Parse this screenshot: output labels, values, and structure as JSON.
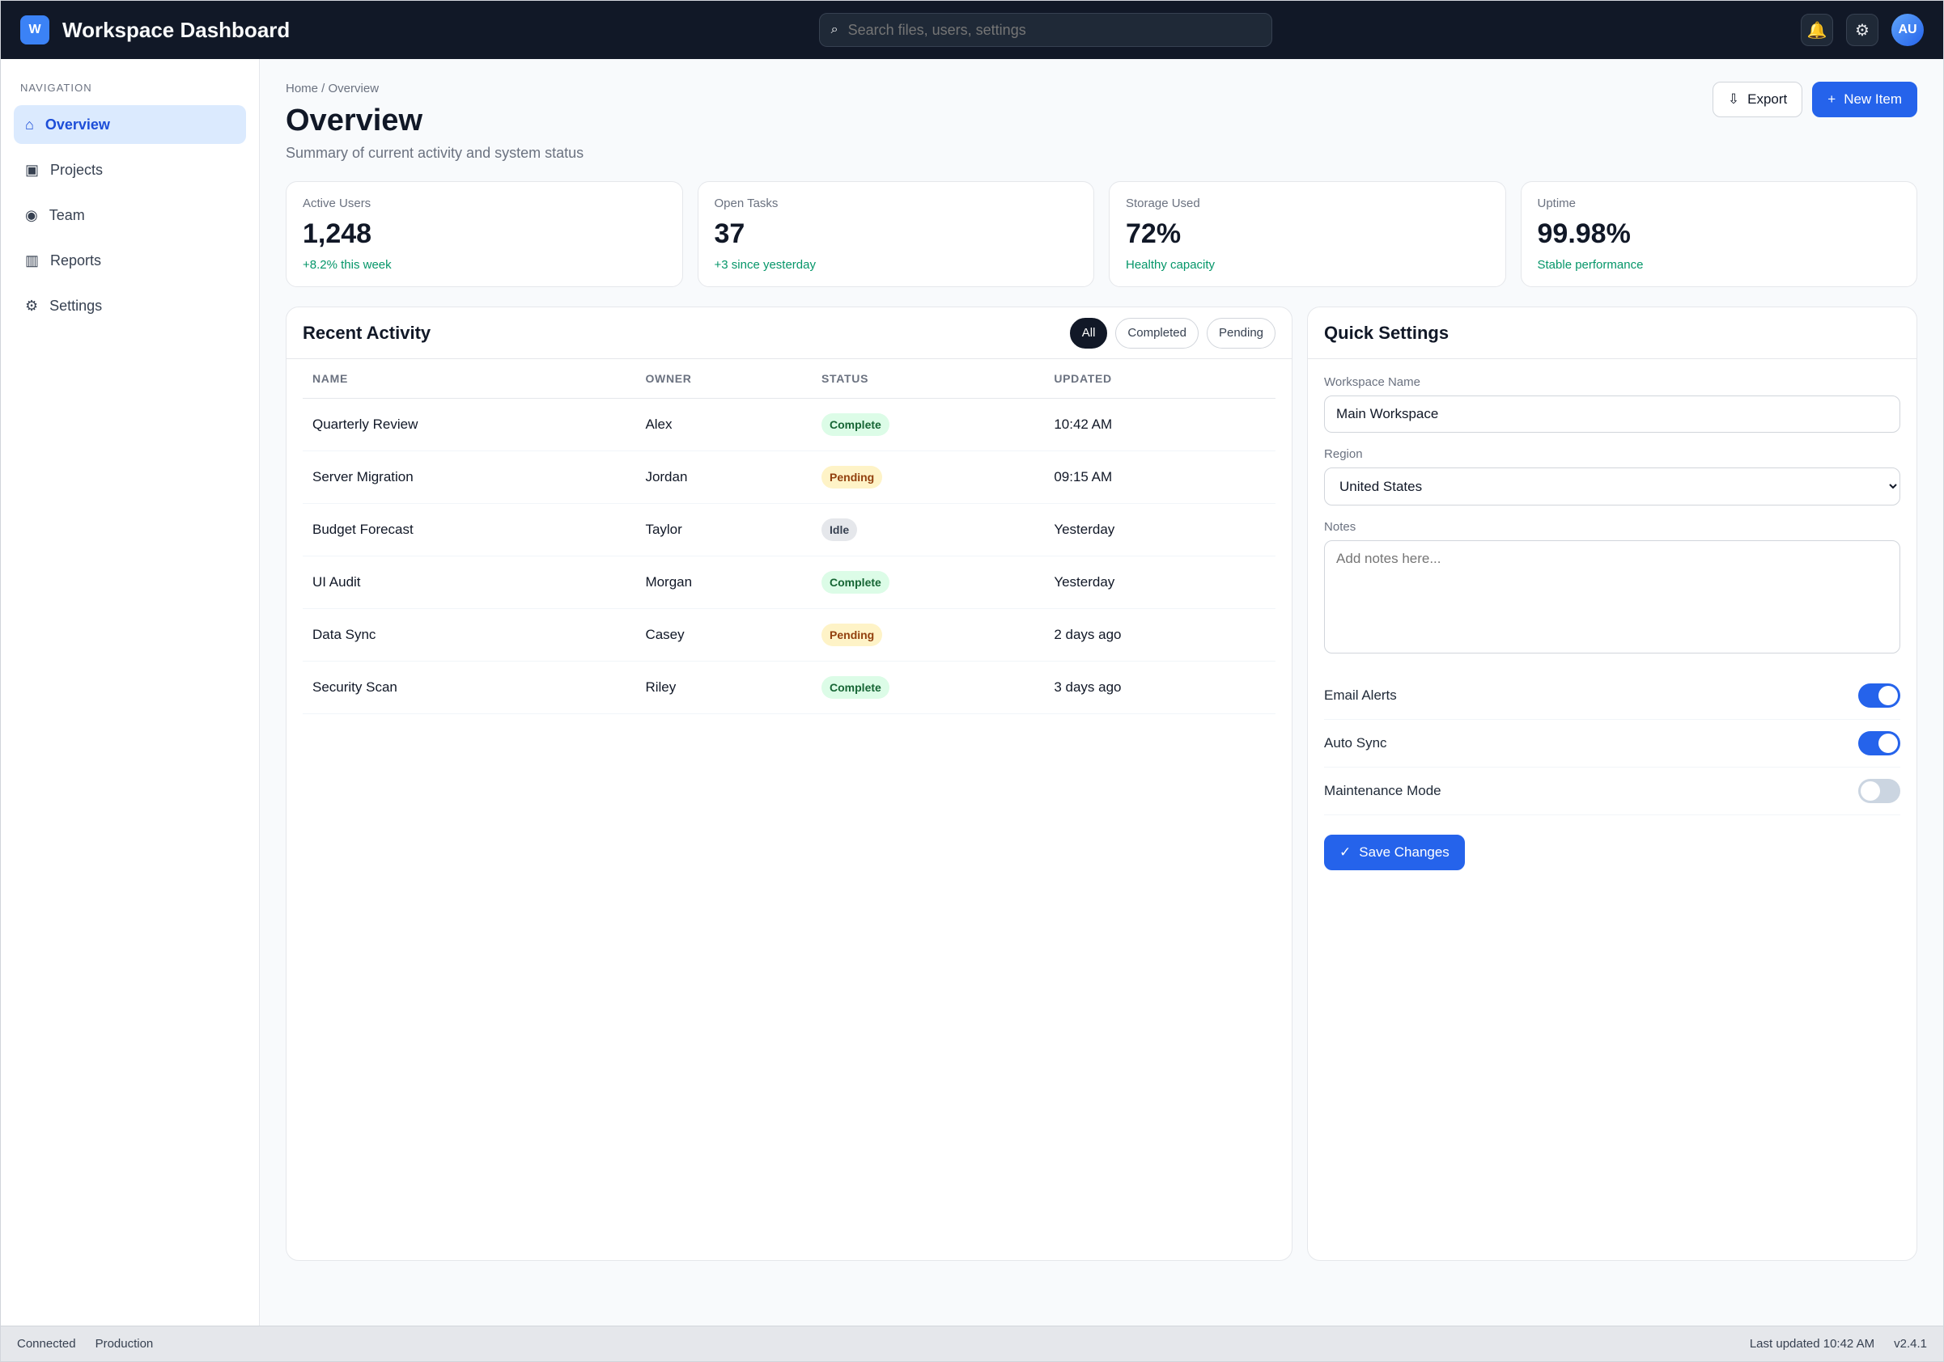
{
  "window": {
    "title": "Workspace Dashboard"
  },
  "topbar": {
    "brand_initial": "W",
    "app_title": "Workspace Dashboard",
    "search_placeholder": "Search files, users, settings",
    "notifications_icon": "bell-icon",
    "settings_icon": "gear-icon",
    "user_initials": "AU"
  },
  "sidebar": {
    "section_title": "Navigation",
    "items": [
      {
        "label": "Overview",
        "icon": "home-icon",
        "active": true
      },
      {
        "label": "Projects",
        "icon": "folder-icon",
        "active": false
      },
      {
        "label": "Team",
        "icon": "users-icon",
        "active": false
      },
      {
        "label": "Reports",
        "icon": "chart-icon",
        "active": false
      },
      {
        "label": "Settings",
        "icon": "gear-icon",
        "active": false
      }
    ]
  },
  "main": {
    "breadcrumb": "Home / Overview",
    "title": "Overview",
    "subtitle": "Summary of current activity and system status",
    "actions": {
      "export_label": "Export",
      "new_label": "New Item"
    },
    "cards": [
      {
        "label": "Active Users",
        "value": "1,248",
        "note": "+8.2% this week"
      },
      {
        "label": "Open Tasks",
        "value": "37",
        "note": "+3 since yesterday"
      },
      {
        "label": "Storage Used",
        "value": "72%",
        "note": "Healthy capacity"
      },
      {
        "label": "Uptime",
        "value": "99.98%",
        "note": "Stable performance"
      }
    ],
    "table_panel": {
      "title": "Recent Activity",
      "tabs": [
        "All",
        "Completed",
        "Pending"
      ],
      "active_tab": "All",
      "columns": [
        "Name",
        "Owner",
        "Status",
        "Updated"
      ],
      "rows": [
        [
          "Quarterly Review",
          "Alex",
          "Complete",
          "10:42 AM"
        ],
        [
          "Server Migration",
          "Jordan",
          "Pending",
          "09:15 AM"
        ],
        [
          "Budget Forecast",
          "Taylor",
          "Idle",
          "Yesterday"
        ],
        [
          "UI Audit",
          "Morgan",
          "Complete",
          "Yesterday"
        ],
        [
          "Data Sync",
          "Casey",
          "Pending",
          "2 days ago"
        ],
        [
          "Security Scan",
          "Riley",
          "Complete",
          "3 days ago"
        ]
      ],
      "status_colors": {
        "Complete": "#166534",
        "Pending": "#92400e",
        "Idle": "#374151"
      }
    },
    "details_panel": {
      "title": "Quick Settings",
      "fields": {
        "workspace_label": "Workspace Name",
        "workspace_value": "Main Workspace",
        "region_label": "Region",
        "region_value": "United States",
        "notes_label": "Notes",
        "notes_placeholder": "Add notes here..."
      },
      "toggles": [
        {
          "label": "Email Alerts",
          "on": true
        },
        {
          "label": "Auto Sync",
          "on": true
        },
        {
          "label": "Maintenance Mode",
          "on": false
        }
      ],
      "save_label": "Save Changes"
    }
  },
  "statusbar": {
    "left_status": "Connected",
    "left_mode": "Production",
    "right_time": "Last updated 10:42 AM",
    "right_version": "v2.4.1"
  },
  "colors": {
    "accent": "#2563eb",
    "success": "#059669",
    "warning": "#f59e0b",
    "dark": "#111827"
  }
}
